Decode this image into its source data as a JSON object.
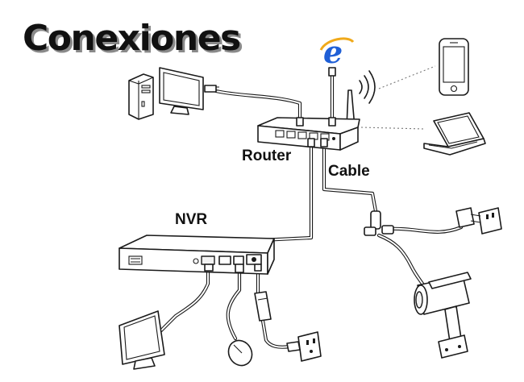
{
  "title": "Conexiones",
  "labels": {
    "router": "Router",
    "cable": "Cable",
    "nvr": "NVR"
  },
  "colors": {
    "line": "#1a1a1a",
    "background": "#ffffff",
    "browser_icon": "#1f5fd6"
  },
  "icons": [
    "browser-e-icon",
    "wifi-signal-icon"
  ]
}
